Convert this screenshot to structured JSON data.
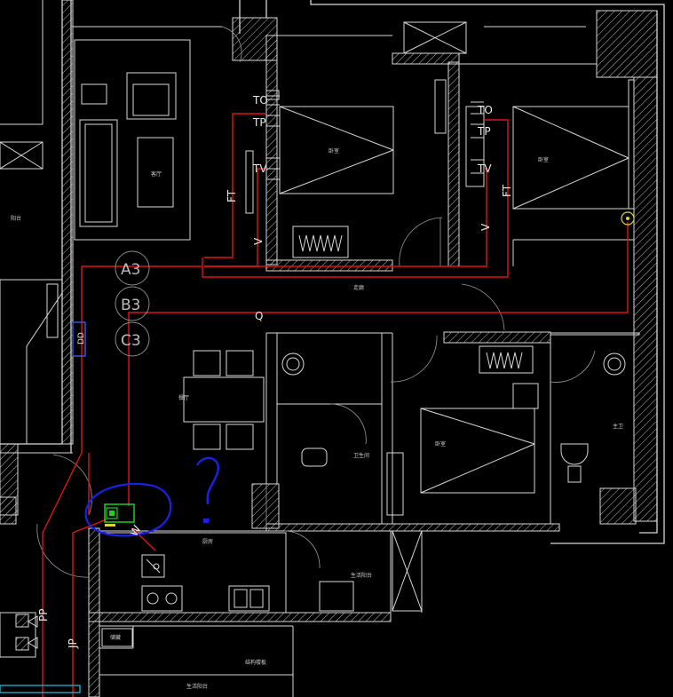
{
  "room_labels": {
    "living": "客厅",
    "bedroom_1": "卧室",
    "bedroom_2": "卧室",
    "bedroom_3": "卧室",
    "corridor": "走廊",
    "dining": "餐厅",
    "balcony_left": "阳台",
    "kitchen": "厨房",
    "bath_1": "卫生间",
    "bath_2": "主卫",
    "service_balcony": "生活阳台",
    "storage": "储藏",
    "structure_slab": "结构楼板",
    "service_balcony_2": "生活阳台"
  },
  "outlets": {
    "to_1": "TO",
    "tp_1": "TP",
    "tv_1": "TV",
    "to_2": "TO",
    "tp_2": "TP",
    "tv_2": "TV"
  },
  "cable_labels": {
    "ft_1": "FT",
    "ft_2": "FT",
    "v_1": "V",
    "v_2": "V",
    "q": "Q",
    "w": "W",
    "dd": "DD",
    "jp": "JP",
    "pp": "PP"
  },
  "bubbles": {
    "a": "A3",
    "b": "B3",
    "c": "C3"
  },
  "annotation": {
    "question_mark": "?"
  },
  "colors": {
    "background": "#000000",
    "walls": "#d8d8d8",
    "cable": "#e01414",
    "markup": "#1020e0",
    "panel": "#10c020",
    "dd_box": "#4060ff"
  }
}
